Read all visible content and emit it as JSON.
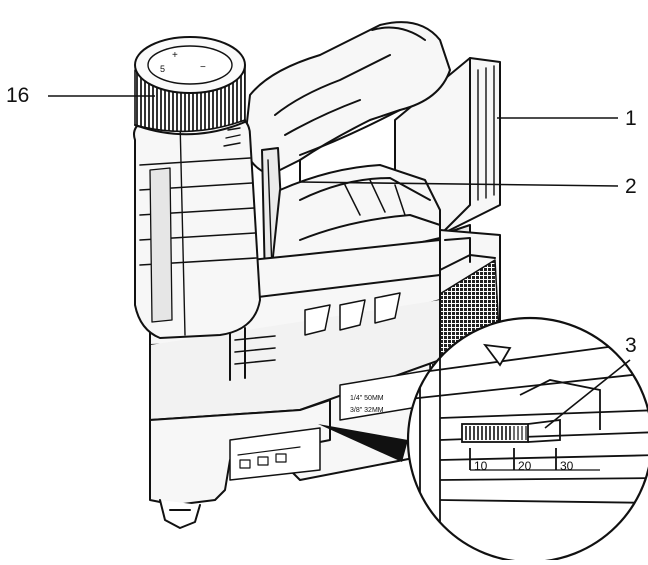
{
  "callouts": [
    {
      "id": "16",
      "label": "16"
    },
    {
      "id": "1",
      "label": "1"
    },
    {
      "id": "2",
      "label": "2"
    },
    {
      "id": "3",
      "label": "3"
    }
  ],
  "depth_scale": {
    "ticks": [
      "10",
      "20",
      "30"
    ]
  },
  "colors": {
    "ink": "#111111",
    "tool_body": "#f4f4f4",
    "shade": "#cfcfcf",
    "dark": "#2a2a2a"
  }
}
